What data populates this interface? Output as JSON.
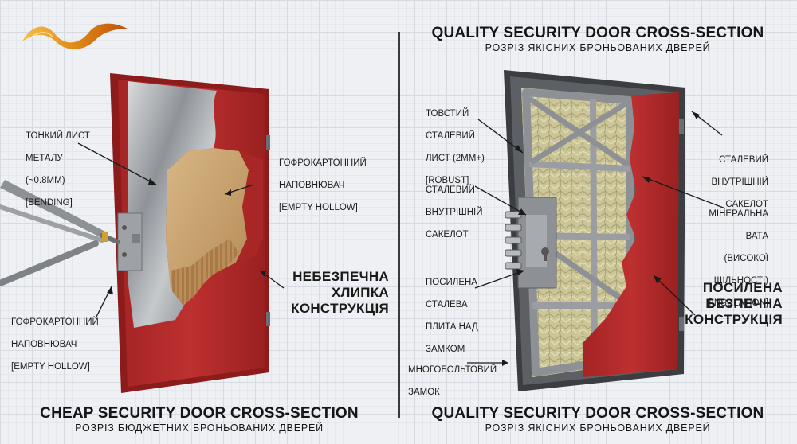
{
  "top_title": {
    "main": "QUALITY SECURITY DOOR CROSS-SECTION",
    "sub": "РОЗРІЗ ЯКІСНИХ БРОНЬОВАНИХ ДВЕРЕЙ"
  },
  "left_caption": {
    "main": "CHEAP SECURITY DOOR CROSS-SECTION",
    "sub": "РОЗРІЗ БЮДЖЕТНИХ БРОНЬОВАНИХ ДВЕРЕЙ"
  },
  "right_caption": {
    "main": "QUALITY SECURITY DOOR CROSS-SECTION",
    "sub": "РОЗРІЗ ЯКІСНИХ БРОНЬОВАНИХ ДВЕРЕЙ"
  },
  "cheap_labels": {
    "thin_sheet": [
      "ТОНКИЙ ЛИСТ",
      "МЕТАЛУ",
      "(~0.8ММ)",
      "[BENDING]"
    ],
    "cardboard_top": [
      "ГОФРОКАРТОННИЙ",
      "НАПОВНЮВАЧ",
      "[EMPTY HOLLOW]"
    ],
    "cardboard_bottom": [
      "ГОФРОКАРТОННИЙ",
      "НАПОВНЮВАЧ",
      "[EMPTY HOLLOW]"
    ],
    "verdict": [
      "НЕБЕЗПЕЧНА",
      "ХЛИПКА",
      "КОНСТРУКЦІЯ"
    ]
  },
  "quality_labels": {
    "thick_sheet": [
      "ТОВСТИЙ",
      "СТАЛЕВИЙ",
      "ЛИСТ (2ММ+)",
      "[ROBUST]"
    ],
    "inner_frame_left": [
      "СТАЛЕВИЙ",
      "ВНУТРІШНІЙ",
      "САКЕЛОТ"
    ],
    "plate": [
      "ПОСИЛЕНА",
      "СТАЛЕВА",
      "ПЛИТА НАД",
      "ЗАМКОМ"
    ],
    "lock": [
      "МНОГОБОЛЬТОВИЙ",
      "ЗАМОК"
    ],
    "inner_frame_right": [
      "СТАЛЕВИЙ",
      "ВНУТРІШНІЙ",
      "САКЕЛОТ"
    ],
    "insulation": [
      "МІНЕРАЛЬНА",
      "ВАТА",
      "(ВИСОКОЇ",
      "ЩІЛЬНОСТІ)",
      "[INSULATION]"
    ],
    "verdict": [
      "ПОСИЛЕНА",
      "БЕЗПЕЧНА",
      "КОНСТРУКЦІЯ"
    ]
  },
  "colors": {
    "door_red": "#b32a2a",
    "door_red_dark": "#8c1c1c",
    "steel": "#a9acb0",
    "cardboard": "#c9a473",
    "wool": "#cdc89a",
    "logo_gold": "#e39a1e"
  },
  "icons": [
    "logo-swoosh-icon",
    "crowbar-icon",
    "lock-bolts-icon",
    "hinge-icon"
  ]
}
